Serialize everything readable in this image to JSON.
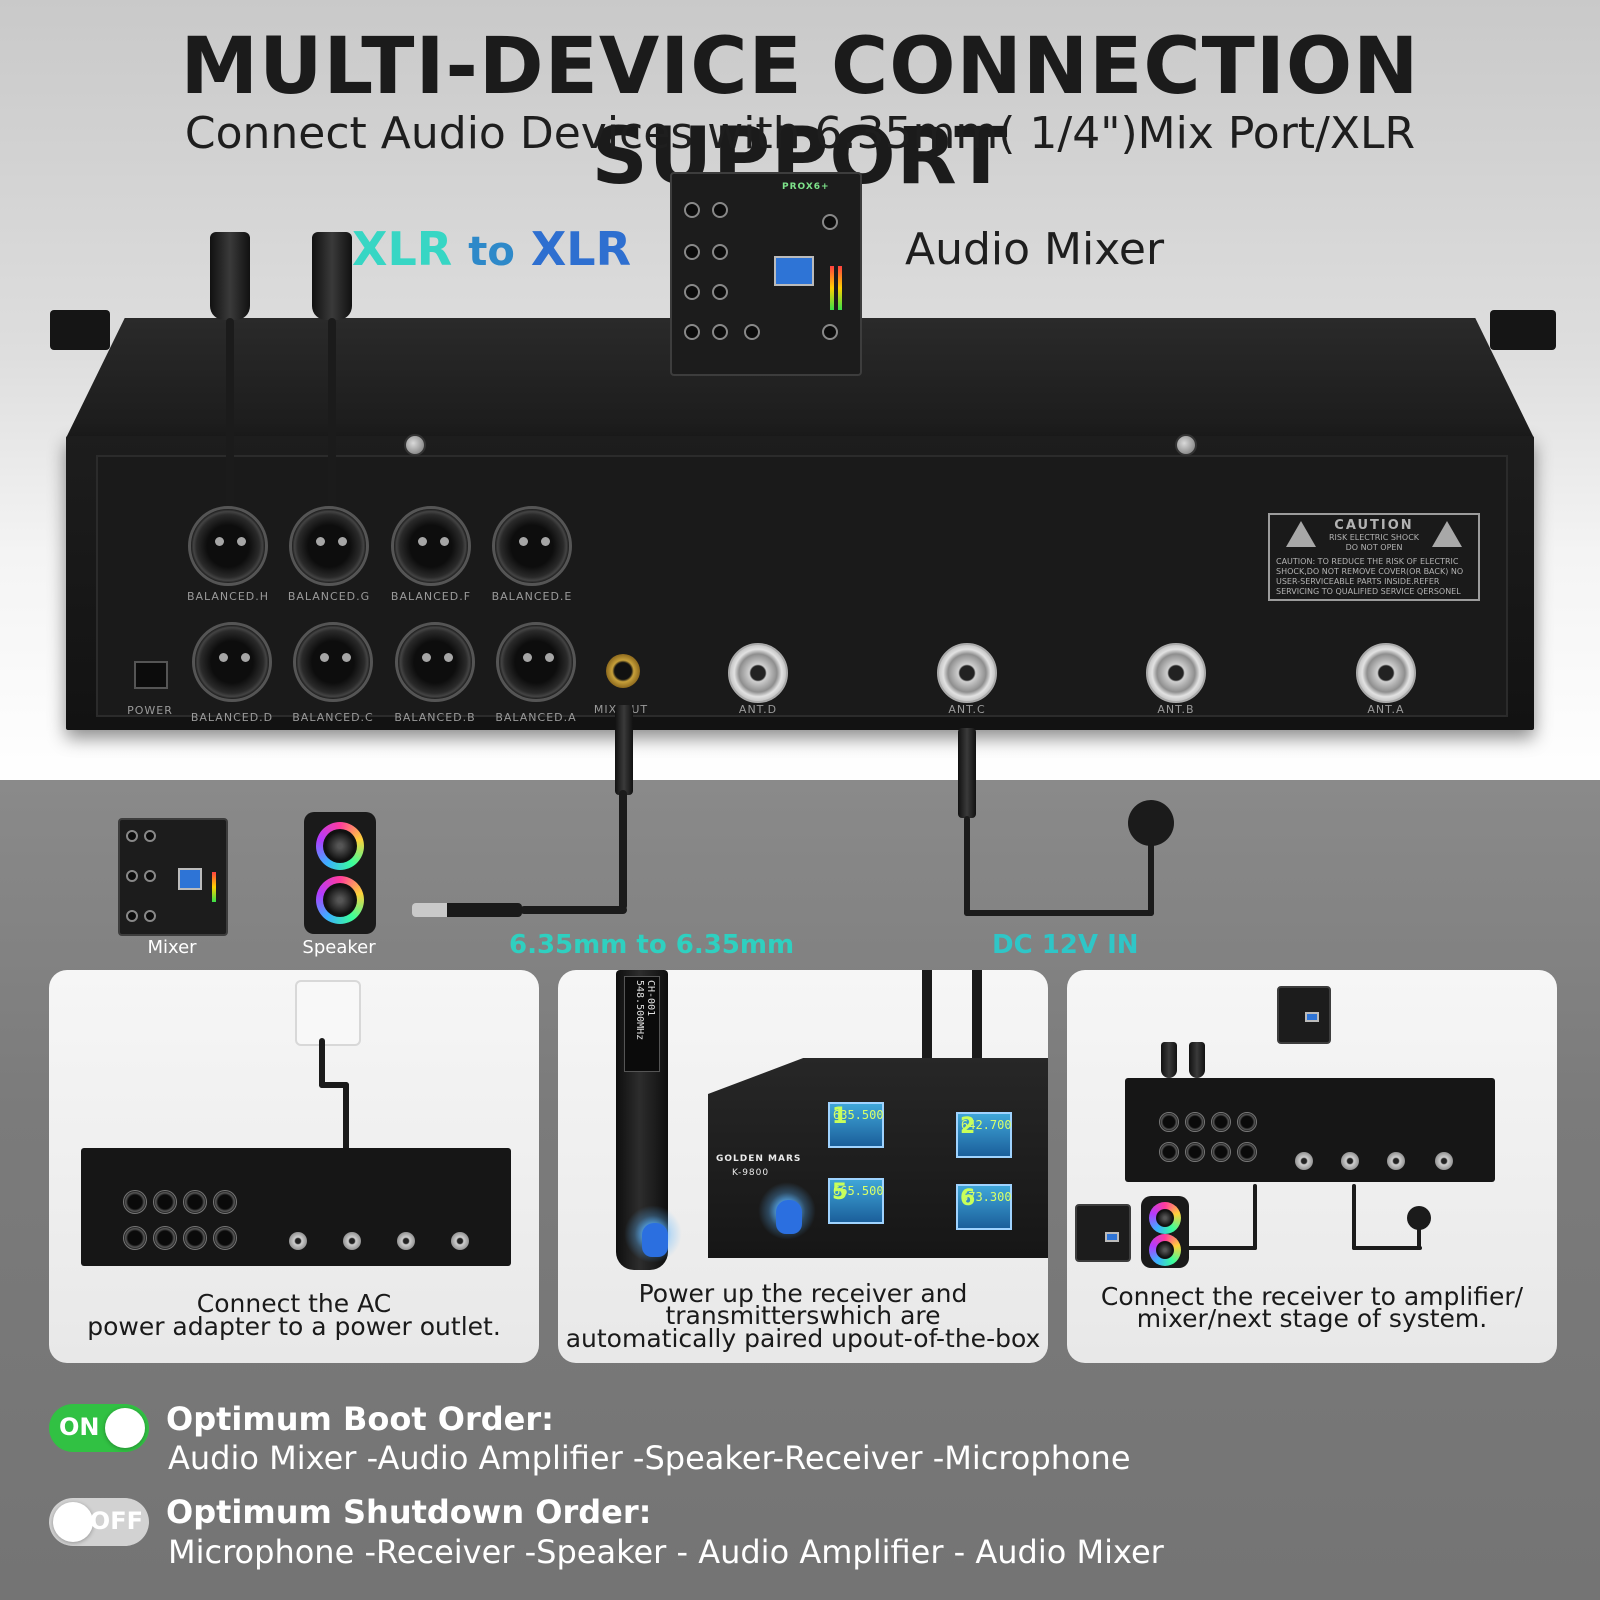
{
  "header": {
    "title": "MULTI-DEVICE CONNECTION SUPPORT",
    "subtitle": "Connect Audio Devices with 6.35mm( 1/4\")Mix Port/XLR"
  },
  "top_labels": {
    "xlr_part1": "XLR",
    "xlr_to": "to",
    "xlr_part2": "XLR",
    "audio_mixer": "Audio Mixer",
    "mixer_brand": "PROX6+"
  },
  "rack": {
    "top_row_jacks": [
      "BALANCED.H",
      "BALANCED.G",
      "BALANCED.F",
      "BALANCED.E"
    ],
    "bottom_row_jacks": [
      "BALANCED.D",
      "BALANCED.C",
      "BALANCED.B",
      "BALANCED.A"
    ],
    "power_label": "POWER",
    "mix_out_label": "MIX OUT",
    "antennas": [
      "ANT.D",
      "ANT.C",
      "ANT.B",
      "ANT.A"
    ],
    "caution": {
      "heading": "CAUTION",
      "sub1": "RISK ELECTRIC SHOCK",
      "sub2": "DO NOT OPEN",
      "body": "CAUTION: TO REDUCE THE RISK OF ELECTRIC SHOCK,DO NOT REMOVE COVER(OR BACK) NO USER-SERVICEABLE PARTS INSIDE.REFER SERVICING TO QUALIFIED SERVICE QERSONEL"
    }
  },
  "devices": {
    "mixer_label": "Mixer",
    "speaker_label": "Speaker"
  },
  "cable_labels": {
    "quarter_inch": "6.35mm to 6.35mm",
    "dc": "DC 12V IN"
  },
  "panels": [
    {
      "line1": "Connect the AC",
      "line2": "power adapter to a power outlet."
    },
    {
      "line1": "Power up the receiver and",
      "line2": "transmitterswhich are",
      "line3": "automatically paired upout-of-the-box"
    },
    {
      "line1": "Connect the receiver to amplifier/",
      "line2": "mixer/next stage of system."
    }
  ],
  "receiver": {
    "brand": "GOLDEN MARS",
    "model": "K-9800",
    "channels": [
      {
        "num": "1",
        "freq": "635.500"
      },
      {
        "num": "2",
        "freq": "642.700"
      },
      {
        "num": "5",
        "freq": "665.500"
      },
      {
        "num": "6",
        "freq": "673.300"
      }
    ],
    "mic_display_line1": "CH-001",
    "mic_display_line2": "548.500MHz"
  },
  "boot": {
    "toggle_label": "ON",
    "heading": "Optimum Boot Order:",
    "sequence": "Audio Mixer -Audio Amplifier -Speaker-Receiver -Microphone"
  },
  "shutdown": {
    "toggle_label": "OFF",
    "heading": "Optimum Shutdown Order:",
    "sequence": "Microphone -Receiver -Speaker - Audio Amplifier - Audio Mixer"
  },
  "colors": {
    "on_green": "#31c143",
    "teal": "#37d6c4",
    "blue": "#2e6fd0"
  }
}
